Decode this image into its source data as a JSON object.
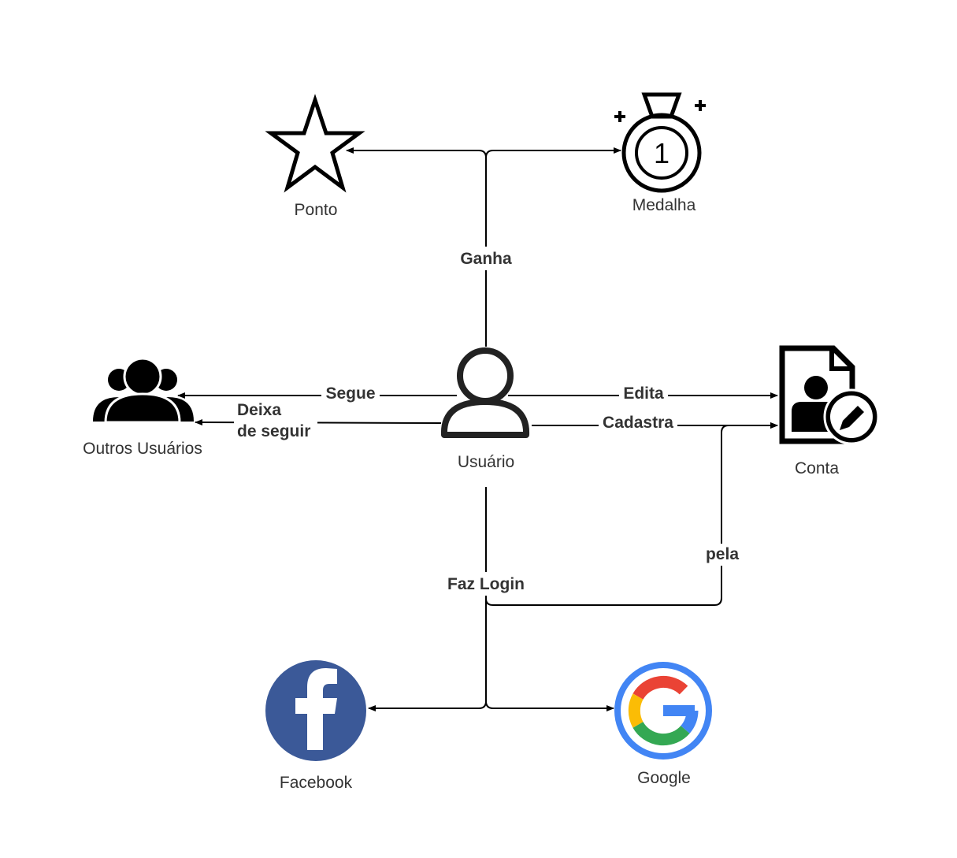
{
  "nodes": {
    "ponto": {
      "label": "Ponto",
      "icon": "star-icon"
    },
    "medalha": {
      "label": "Medalha",
      "icon": "medal-icon",
      "medal_number": "1"
    },
    "outros_usuarios": {
      "label": "Outros Usuários",
      "icon": "users-group-icon"
    },
    "usuario": {
      "label": "Usuário",
      "icon": "user-icon"
    },
    "conta": {
      "label": "Conta",
      "icon": "account-edit-icon"
    },
    "facebook": {
      "label": "Facebook",
      "icon": "facebook-icon",
      "color": "#3b5998"
    },
    "google": {
      "label": "Google",
      "icon": "google-icon",
      "color": "#4285f4"
    }
  },
  "edges": {
    "ganha": "Ganha",
    "segue": "Segue",
    "deixa_de_seguir_line1": "Deixa",
    "deixa_de_seguir_line2": "de seguir",
    "edita": "Edita",
    "cadastra": "Cadastra",
    "pela": "pela",
    "faz_login": "Faz Login"
  },
  "colors": {
    "line": "#000000",
    "text": "#333333",
    "google_red": "#ea4335",
    "google_yellow": "#fbbc05",
    "google_green": "#34a853",
    "google_blue": "#4285f4"
  }
}
